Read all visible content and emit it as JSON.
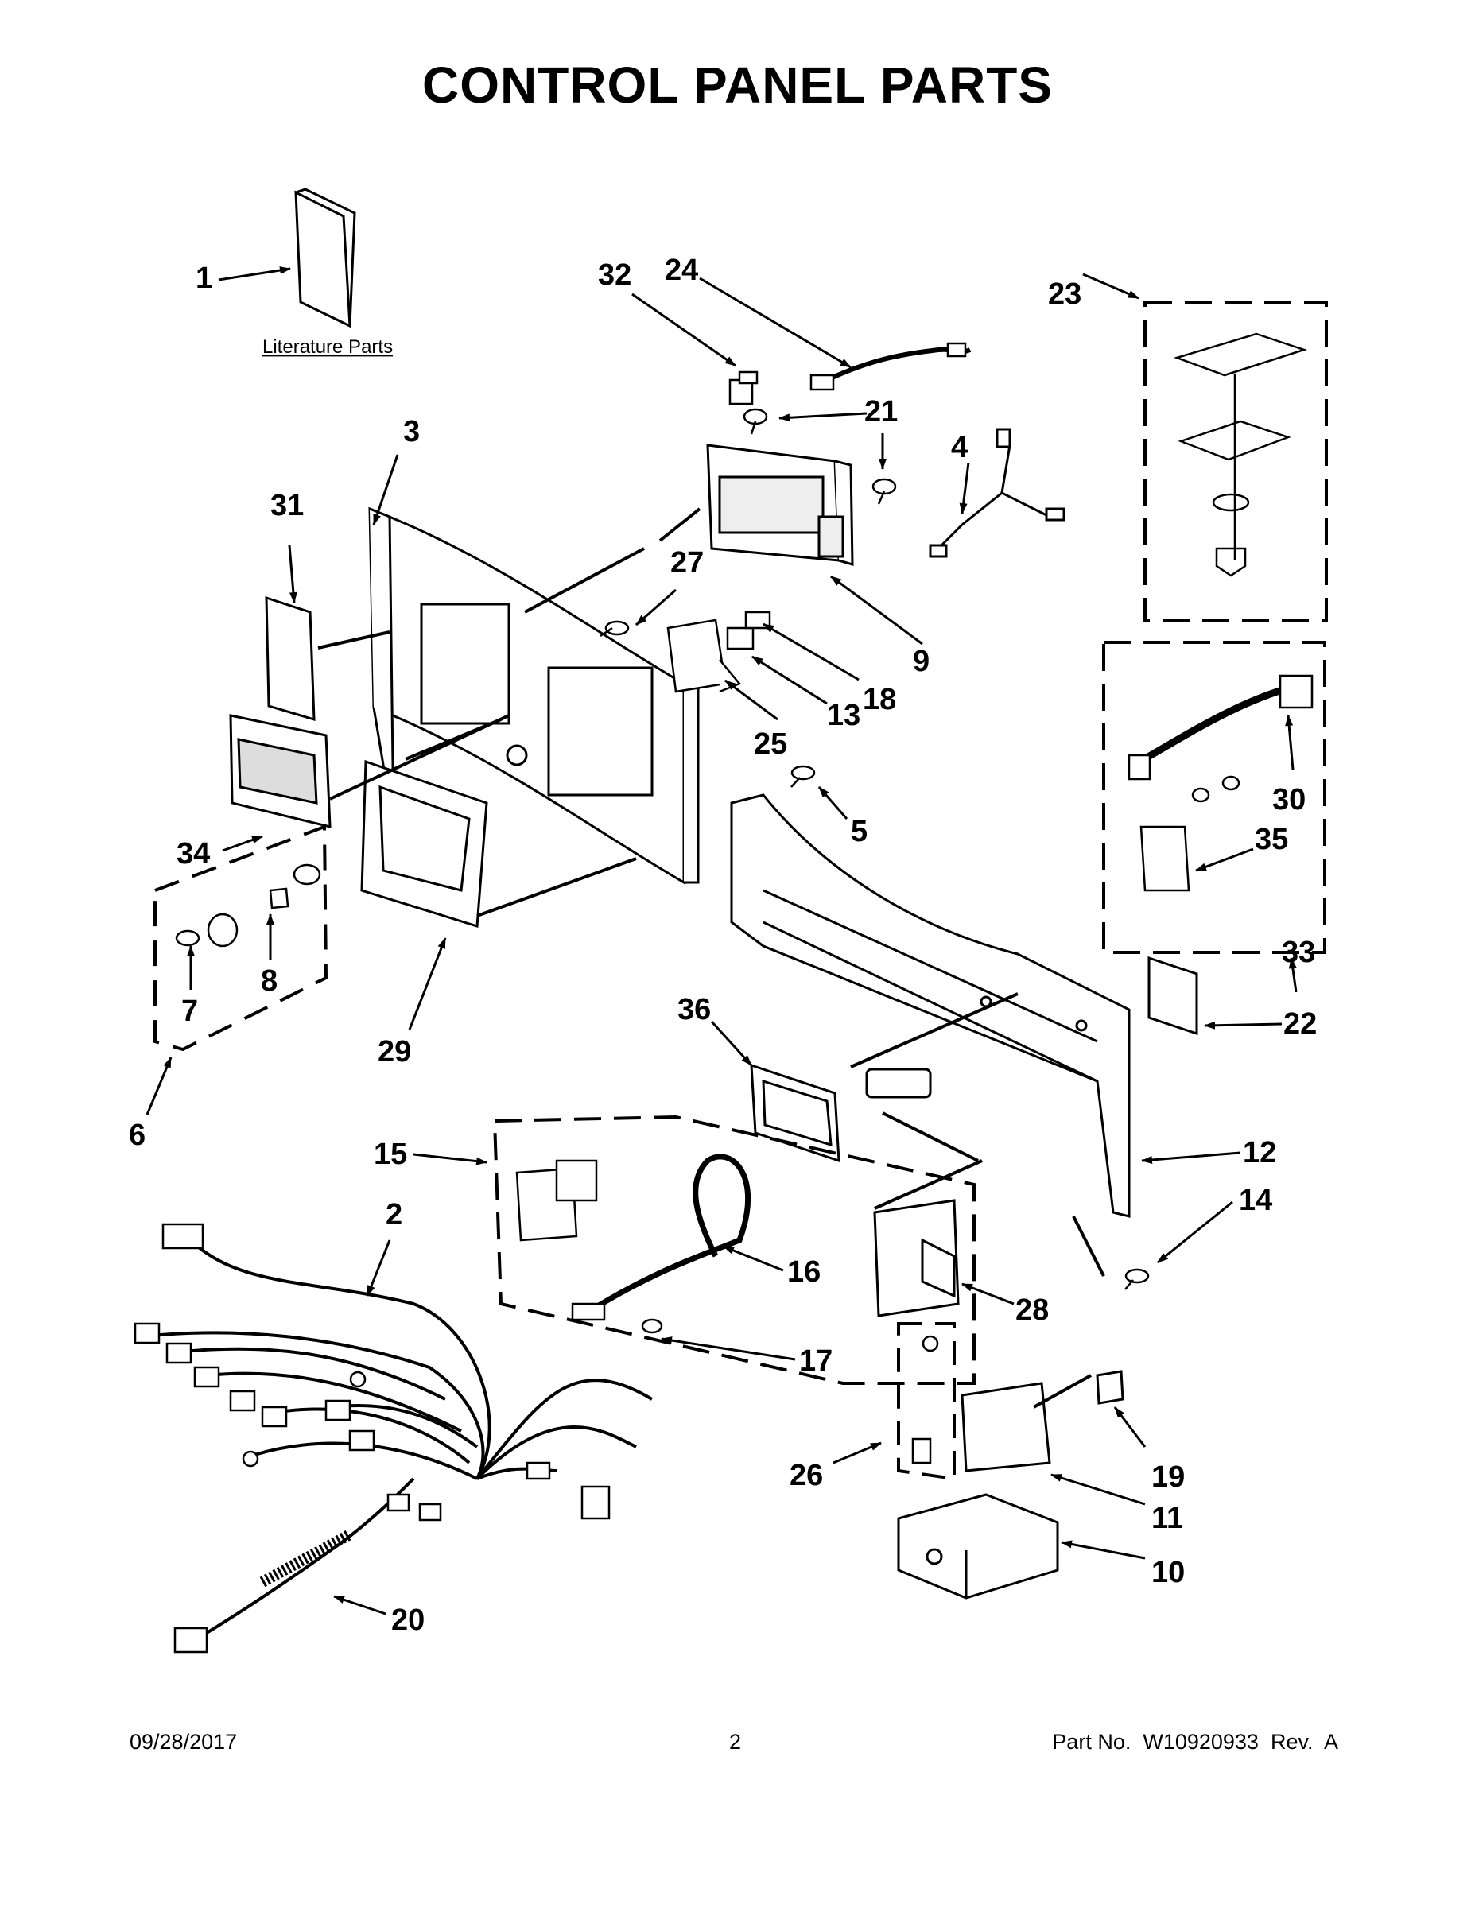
{
  "title": "CONTROL PANEL PARTS",
  "literature_label": "Literature Parts",
  "callouts": [
    "1",
    "2",
    "3",
    "4",
    "5",
    "6",
    "7",
    "8",
    "9",
    "10",
    "11",
    "12",
    "13",
    "14",
    "15",
    "16",
    "17",
    "18",
    "19",
    "20",
    "21",
    "22",
    "23",
    "24",
    "25",
    "26",
    "27",
    "28",
    "29",
    "30",
    "31",
    "32",
    "33",
    "34",
    "35",
    "36"
  ],
  "footer": {
    "date": "09/28/2017",
    "page": "2",
    "part": "Part No.  W10920933  Rev.  A"
  }
}
